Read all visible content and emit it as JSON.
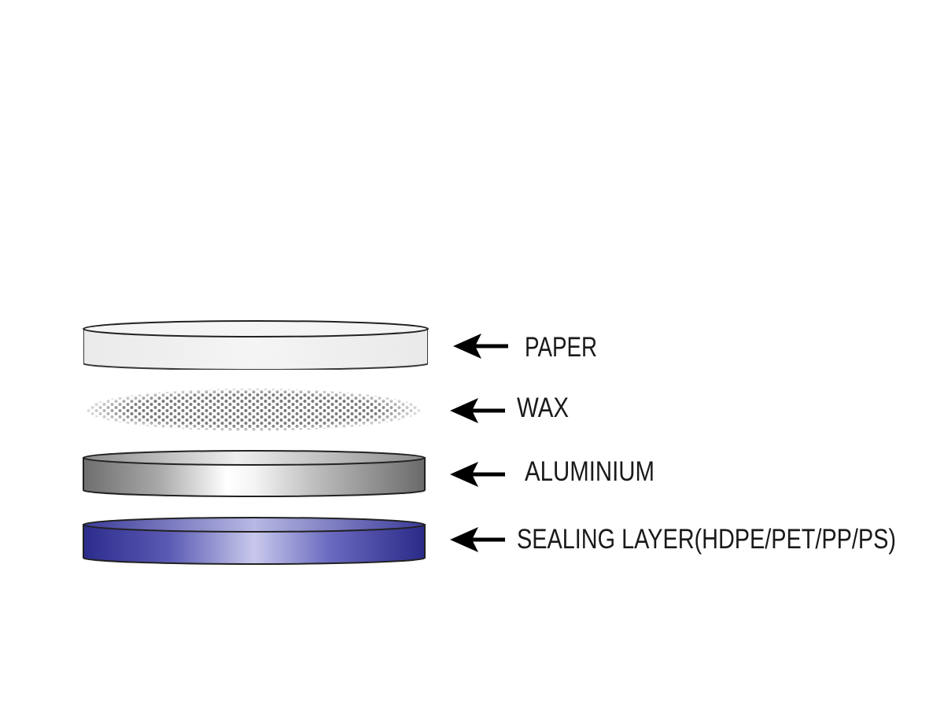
{
  "diagram": {
    "layers": [
      {
        "id": "paper",
        "label": "PAPER",
        "color": "#f2f2f2"
      },
      {
        "id": "wax",
        "label": "WAX",
        "color": "#8c8c8c"
      },
      {
        "id": "aluminium",
        "label": "ALUMINIUM",
        "color": "#c9c9c9"
      },
      {
        "id": "sealing",
        "label": "SEALING LAYER(HDPE/PET/PP/PS)",
        "color": "#3a3aa0"
      }
    ],
    "arrow_color": "#000000"
  }
}
